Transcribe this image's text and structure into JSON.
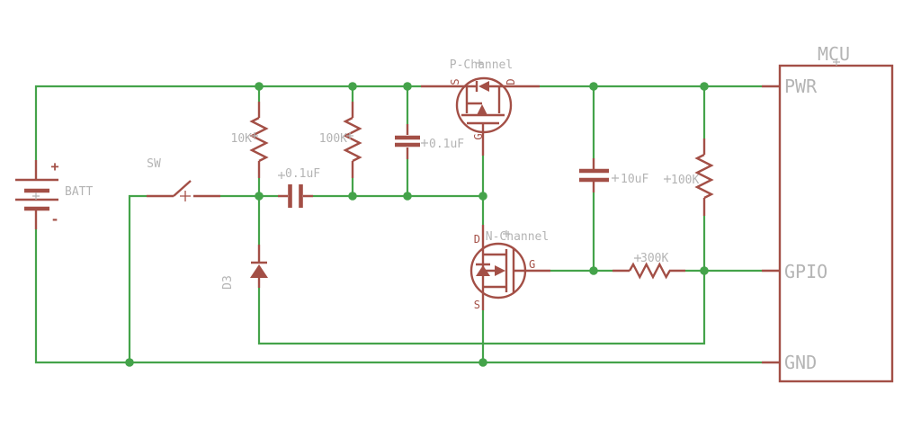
{
  "colors": {
    "wire_green": "#44a34a",
    "component_red": "#a34f46",
    "label_gray": "#b4b4b4",
    "background": "#ffffff"
  },
  "components": {
    "battery": {
      "name": "BATT",
      "plus": "+",
      "minus": "-"
    },
    "switch": {
      "name": "SW"
    },
    "resistor_10k": {
      "value": "10K"
    },
    "resistor_100k_left": {
      "value": "100K"
    },
    "cap_series": {
      "value": "0.1uF"
    },
    "cap_gate": {
      "value": "0.1uF"
    },
    "cap_10uf": {
      "value": "10uF"
    },
    "resistor_100k_right": {
      "value": "100K"
    },
    "resistor_300k": {
      "value": "300K"
    },
    "diode": {
      "name": "D3"
    },
    "pfet": {
      "name": "P-Channel",
      "pin_s": "S",
      "pin_d": "D",
      "pin_g": "G"
    },
    "nfet": {
      "name": "N-Channel",
      "pin_d": "D",
      "pin_g": "G",
      "pin_s": "S"
    },
    "mcu": {
      "name": "MCU",
      "pin_pwr": "PWR",
      "pin_gpio": "GPIO",
      "pin_gnd": "GND"
    }
  }
}
